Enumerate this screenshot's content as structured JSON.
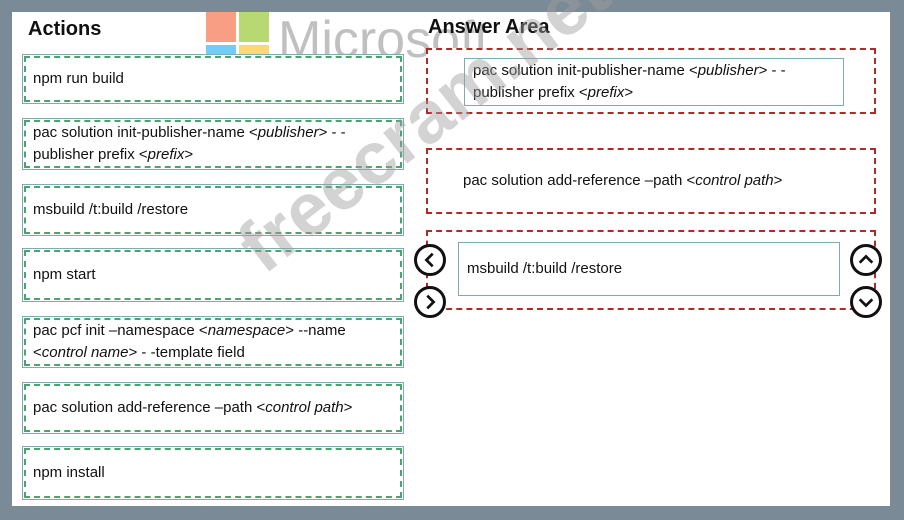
{
  "headings": {
    "actions": "Actions",
    "answer_area": "Answer Area"
  },
  "watermarks": {
    "brand": "Microsoft",
    "site": "freecram.net"
  },
  "actions": [
    {
      "plain1": "npm run build",
      "italic1": "",
      "plain2": "",
      "italic2": "",
      "plain3": ""
    },
    {
      "plain1": "pac solution init-publisher-name <",
      "italic1": "publisher",
      "plain2": "> - - publisher prefix <",
      "italic2": "prefix",
      "plain3": ">"
    },
    {
      "plain1": "msbuild /t:build /restore",
      "italic1": "",
      "plain2": "",
      "italic2": "",
      "plain3": ""
    },
    {
      "plain1": "npm start",
      "italic1": "",
      "plain2": "",
      "italic2": "",
      "plain3": ""
    },
    {
      "plain1": "pac pcf init –namespace <",
      "italic1": "namespace",
      "plain2": "> --name <",
      "italic2": "control name",
      "plain3": "> - -template field"
    },
    {
      "plain1": "pac solution add-reference –path <",
      "italic1": "control path",
      "plain2": ">",
      "italic2": "",
      "plain3": ""
    },
    {
      "plain1": "npm install",
      "italic1": "",
      "plain2": "",
      "italic2": "",
      "plain3": ""
    }
  ],
  "answers": [
    {
      "plain1": "pac solution init-publisher-name <",
      "italic1": "publisher",
      "plain2": "> - - publisher prefix <",
      "italic2": "prefix",
      "plain3": ">"
    },
    {
      "plain1": "pac solution add-reference –path <",
      "italic1": "control path",
      "plain2": ">",
      "italic2": "",
      "plain3": ""
    },
    {
      "plain1": "msbuild /t:build /restore",
      "italic1": "",
      "plain2": "",
      "italic2": "",
      "plain3": ""
    }
  ],
  "controls": {
    "move_left_icon": "chevron-left-icon",
    "move_right_icon": "chevron-right-icon",
    "move_up_icon": "chevron-up-icon",
    "move_down_icon": "chevron-down-icon"
  },
  "colors": {
    "action_dash": "#49a56a",
    "slot_dash": "#b42828",
    "item_border": "#7fa9b5"
  }
}
